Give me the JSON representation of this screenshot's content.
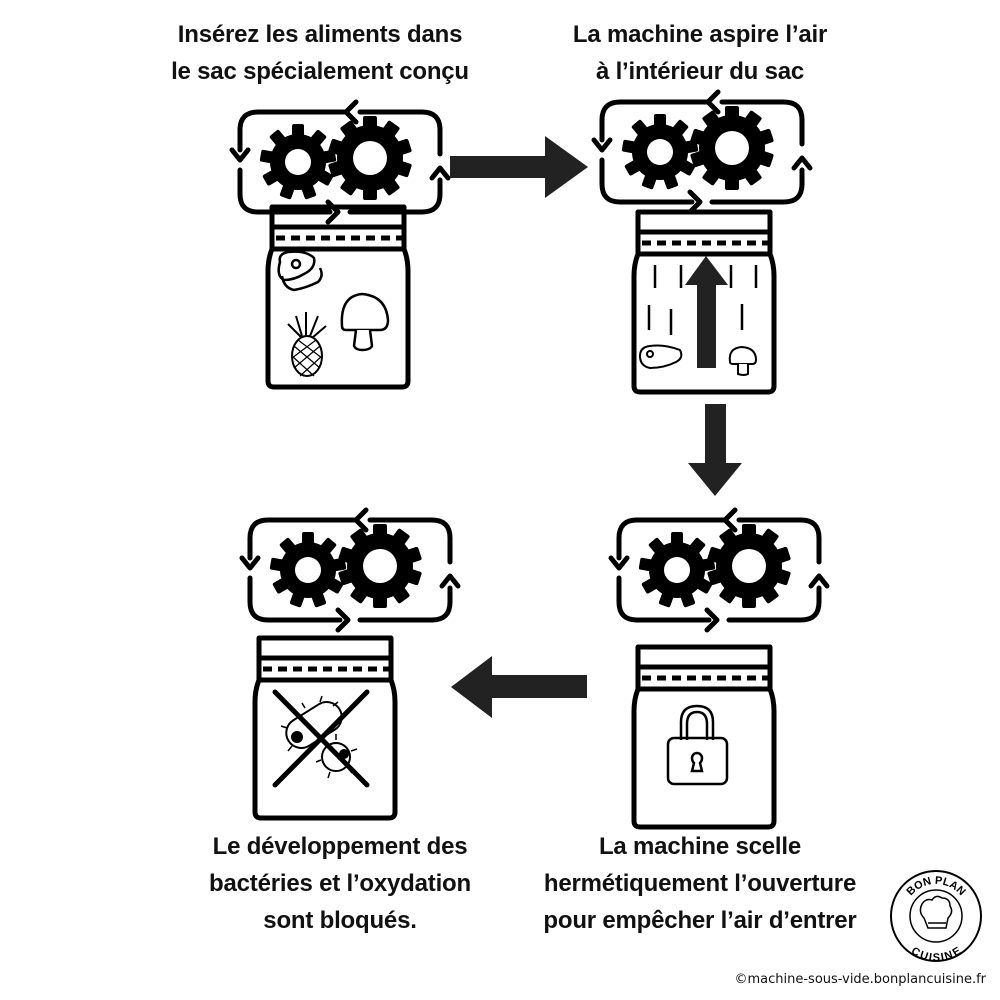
{
  "diagram": {
    "title": "Fonctionnement d'une machine sous vide",
    "colors": {
      "ink": "#000000",
      "arrow": "#222222",
      "background": "#ffffff"
    },
    "steps": [
      {
        "id": 1,
        "lines": [
          "Insérez les aliments dans",
          "le sac spécialement conçu"
        ],
        "icon": "bag-with-food-icon",
        "contents": [
          "steak-icon",
          "pineapple-icon",
          "mushroom-icon"
        ]
      },
      {
        "id": 2,
        "lines": [
          "La machine aspire l’air",
          "à l’intérieur du sac"
        ],
        "icon": "bag-air-suction-icon",
        "contents": [
          "up-arrow-icon",
          "steak-icon",
          "mushroom-icon"
        ]
      },
      {
        "id": 3,
        "lines": [
          "La machine scelle",
          "hermétiquement l’ouverture",
          "pour empêcher l’air d’entrer"
        ],
        "icon": "sealed-bag-icon",
        "contents": [
          "padlock-icon"
        ]
      },
      {
        "id": 4,
        "lines": [
          "Le développement des",
          "bactéries et l’oxydation",
          "sont bloqués."
        ],
        "icon": "bacteria-blocked-bag-icon",
        "contents": [
          "bacteria-icon",
          "cross-icon"
        ]
      }
    ],
    "flow": [
      {
        "from": 1,
        "to": 2,
        "direction": "right"
      },
      {
        "from": 2,
        "to": 3,
        "direction": "down"
      },
      {
        "from": 3,
        "to": 4,
        "direction": "left"
      }
    ]
  },
  "logo": {
    "top_text": "BON PLAN",
    "bottom_text": "CUISINE"
  },
  "footer": {
    "copyright_symbol": "©",
    "site": "machine-sous-vide.bonplancuisine.fr"
  }
}
